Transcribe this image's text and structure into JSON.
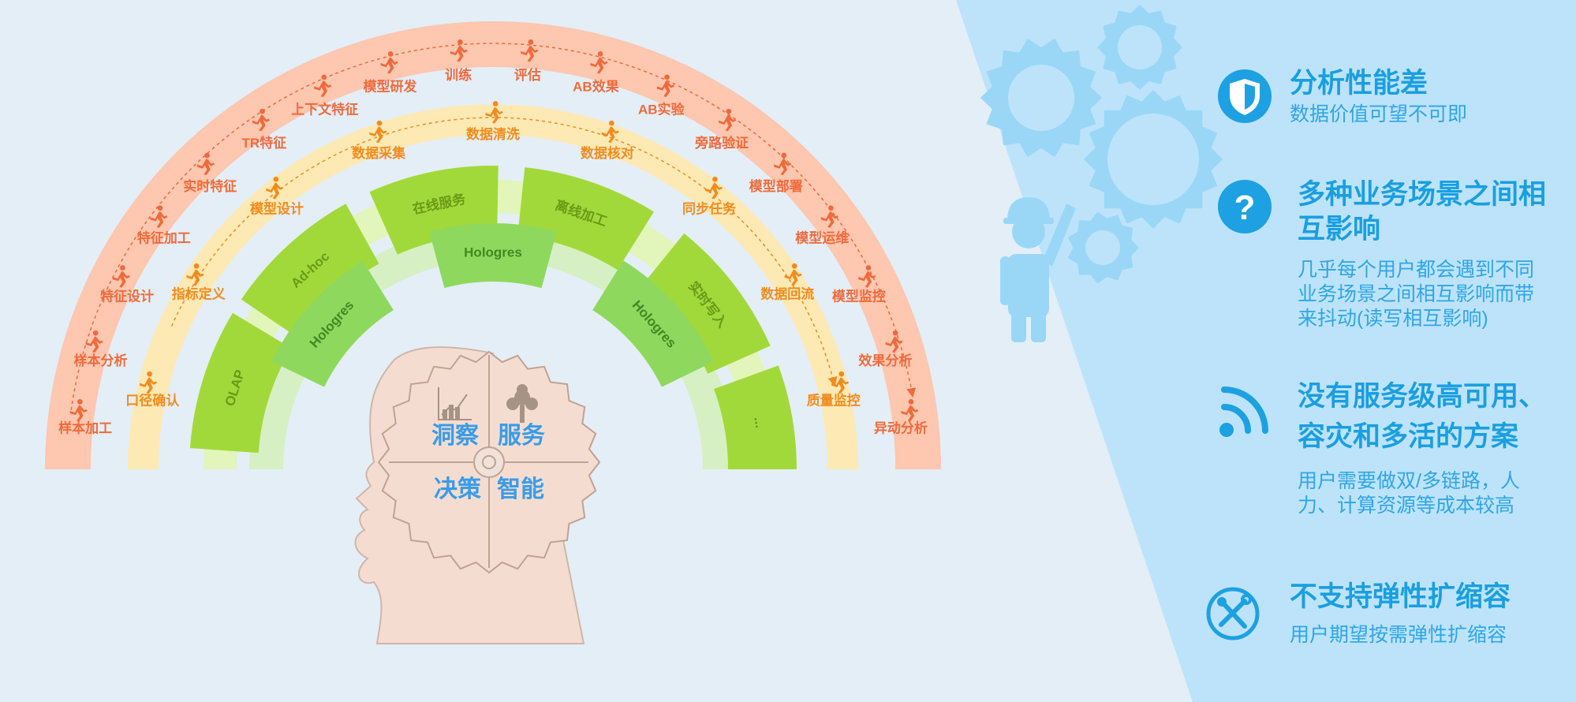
{
  "outer_ring": {
    "color": "#fdc7b0",
    "text_color": "#ef6a3c",
    "items": [
      "样本加工",
      "样本分析",
      "特征设计",
      "特征加工",
      "实时特征",
      "TR特征",
      "上下文特征",
      "模型研发",
      "训练",
      "评估",
      "AB效果",
      "AB实验",
      "旁路验证",
      "模型部署",
      "模型运维",
      "模型监控",
      "效果分析",
      "异动分析"
    ]
  },
  "middle_ring": {
    "color": "#fde9b4",
    "text_color": "#f08c1e",
    "items": [
      "口径确认",
      "指标定义",
      "模型设计",
      "数据采集",
      "数据清洗",
      "数据核对",
      "同步任务",
      "数据回流",
      "质量监控"
    ]
  },
  "green_ring": {
    "color": "#e2f5ba",
    "segment_color": "#a2d93a",
    "text_color": "#6a9a16",
    "segments": [
      "OLAP",
      "Ad-hoc",
      "在线服务",
      "离线加工",
      "实时写入",
      "..."
    ]
  },
  "inner_ring": {
    "color": "#d6f0c4",
    "segment_color": "#8fd85e",
    "text_color": "#3f8a20",
    "segments": [
      "Hologres",
      "Hologres",
      "Hologres"
    ]
  },
  "brain": {
    "quadrants": [
      "洞察",
      "服务",
      "决策",
      "智能"
    ],
    "text_color": "#3a9ce8"
  },
  "colors": {
    "panel": "#bde3fa",
    "gear": "#9ad7f7",
    "icon": "#1da1e2",
    "title": "#1a9fe0"
  },
  "points": [
    {
      "icon": "shield-icon",
      "title": "分析性能差",
      "desc": [
        "数据价值可望不可即"
      ]
    },
    {
      "icon": "question-icon",
      "title": [
        "多种业务场景之间相",
        "互影响"
      ],
      "desc": [
        "几乎每个用户都会遇到不同",
        "业务场景之间相互影响而带",
        "来抖动(读写相互影响)"
      ]
    },
    {
      "icon": "signal-icon",
      "title": [
        "没有服务级高可用、",
        "容灾和多活的方案"
      ],
      "desc": [
        "用户需要做双/多链路，人",
        "力、计算资源等成本较高"
      ]
    },
    {
      "icon": "tools-icon",
      "title": "不支持弹性扩缩容",
      "desc": [
        "用户期望按需弹性扩缩容"
      ]
    }
  ]
}
